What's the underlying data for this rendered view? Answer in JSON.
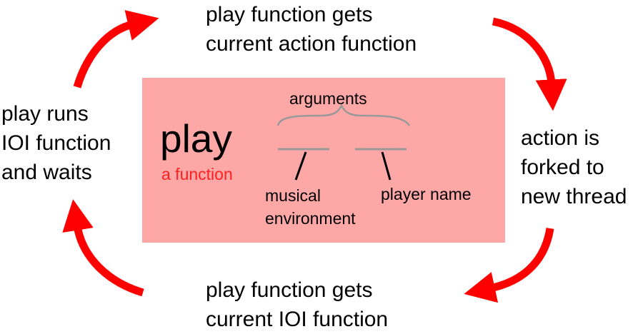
{
  "colors": {
    "arrow": "#ff0000",
    "box_fill": "#fda7a7",
    "function_label": "#ff2020",
    "line": "#999999"
  },
  "cycle": {
    "step_top": "play function gets\ncurrent action function",
    "step_right": "action is\nforked to\nnew thread",
    "step_bottom": "play function gets\ncurrent IOI function",
    "step_left": "play runs\nIOI function\nand waits"
  },
  "center": {
    "title": "play",
    "subtitle": "a function",
    "arguments_label": "arguments",
    "arg1": "musical\nenvironment",
    "arg2": "player name"
  }
}
